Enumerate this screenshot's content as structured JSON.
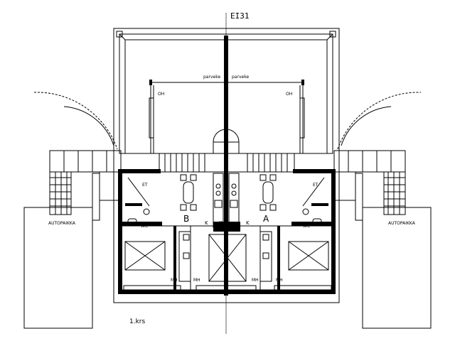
{
  "plan": {
    "title": "EI31",
    "floor_label": "1.krs",
    "balcony_left": "parveke",
    "balcony_right": "parveke",
    "apartment_left": "B",
    "apartment_right": "A",
    "kitchen_left": "K",
    "kitchen_center_left": "K",
    "kitchen_center_right": "K",
    "wc_left": "WC",
    "wc_right": "WC",
    "entry_left": "ET",
    "entry_right": "ET",
    "bedroom_1": "MH",
    "bedroom_2": "MH",
    "bedroom_3": "MH",
    "bedroom_4": "MH",
    "livingroom_left": "OH",
    "livingroom_right": "OH",
    "carport_left": "AUTOPAIKKA",
    "carport_right": "AUTOPAIKKA"
  },
  "colors": {
    "line": "#000000",
    "background": "#ffffff"
  }
}
